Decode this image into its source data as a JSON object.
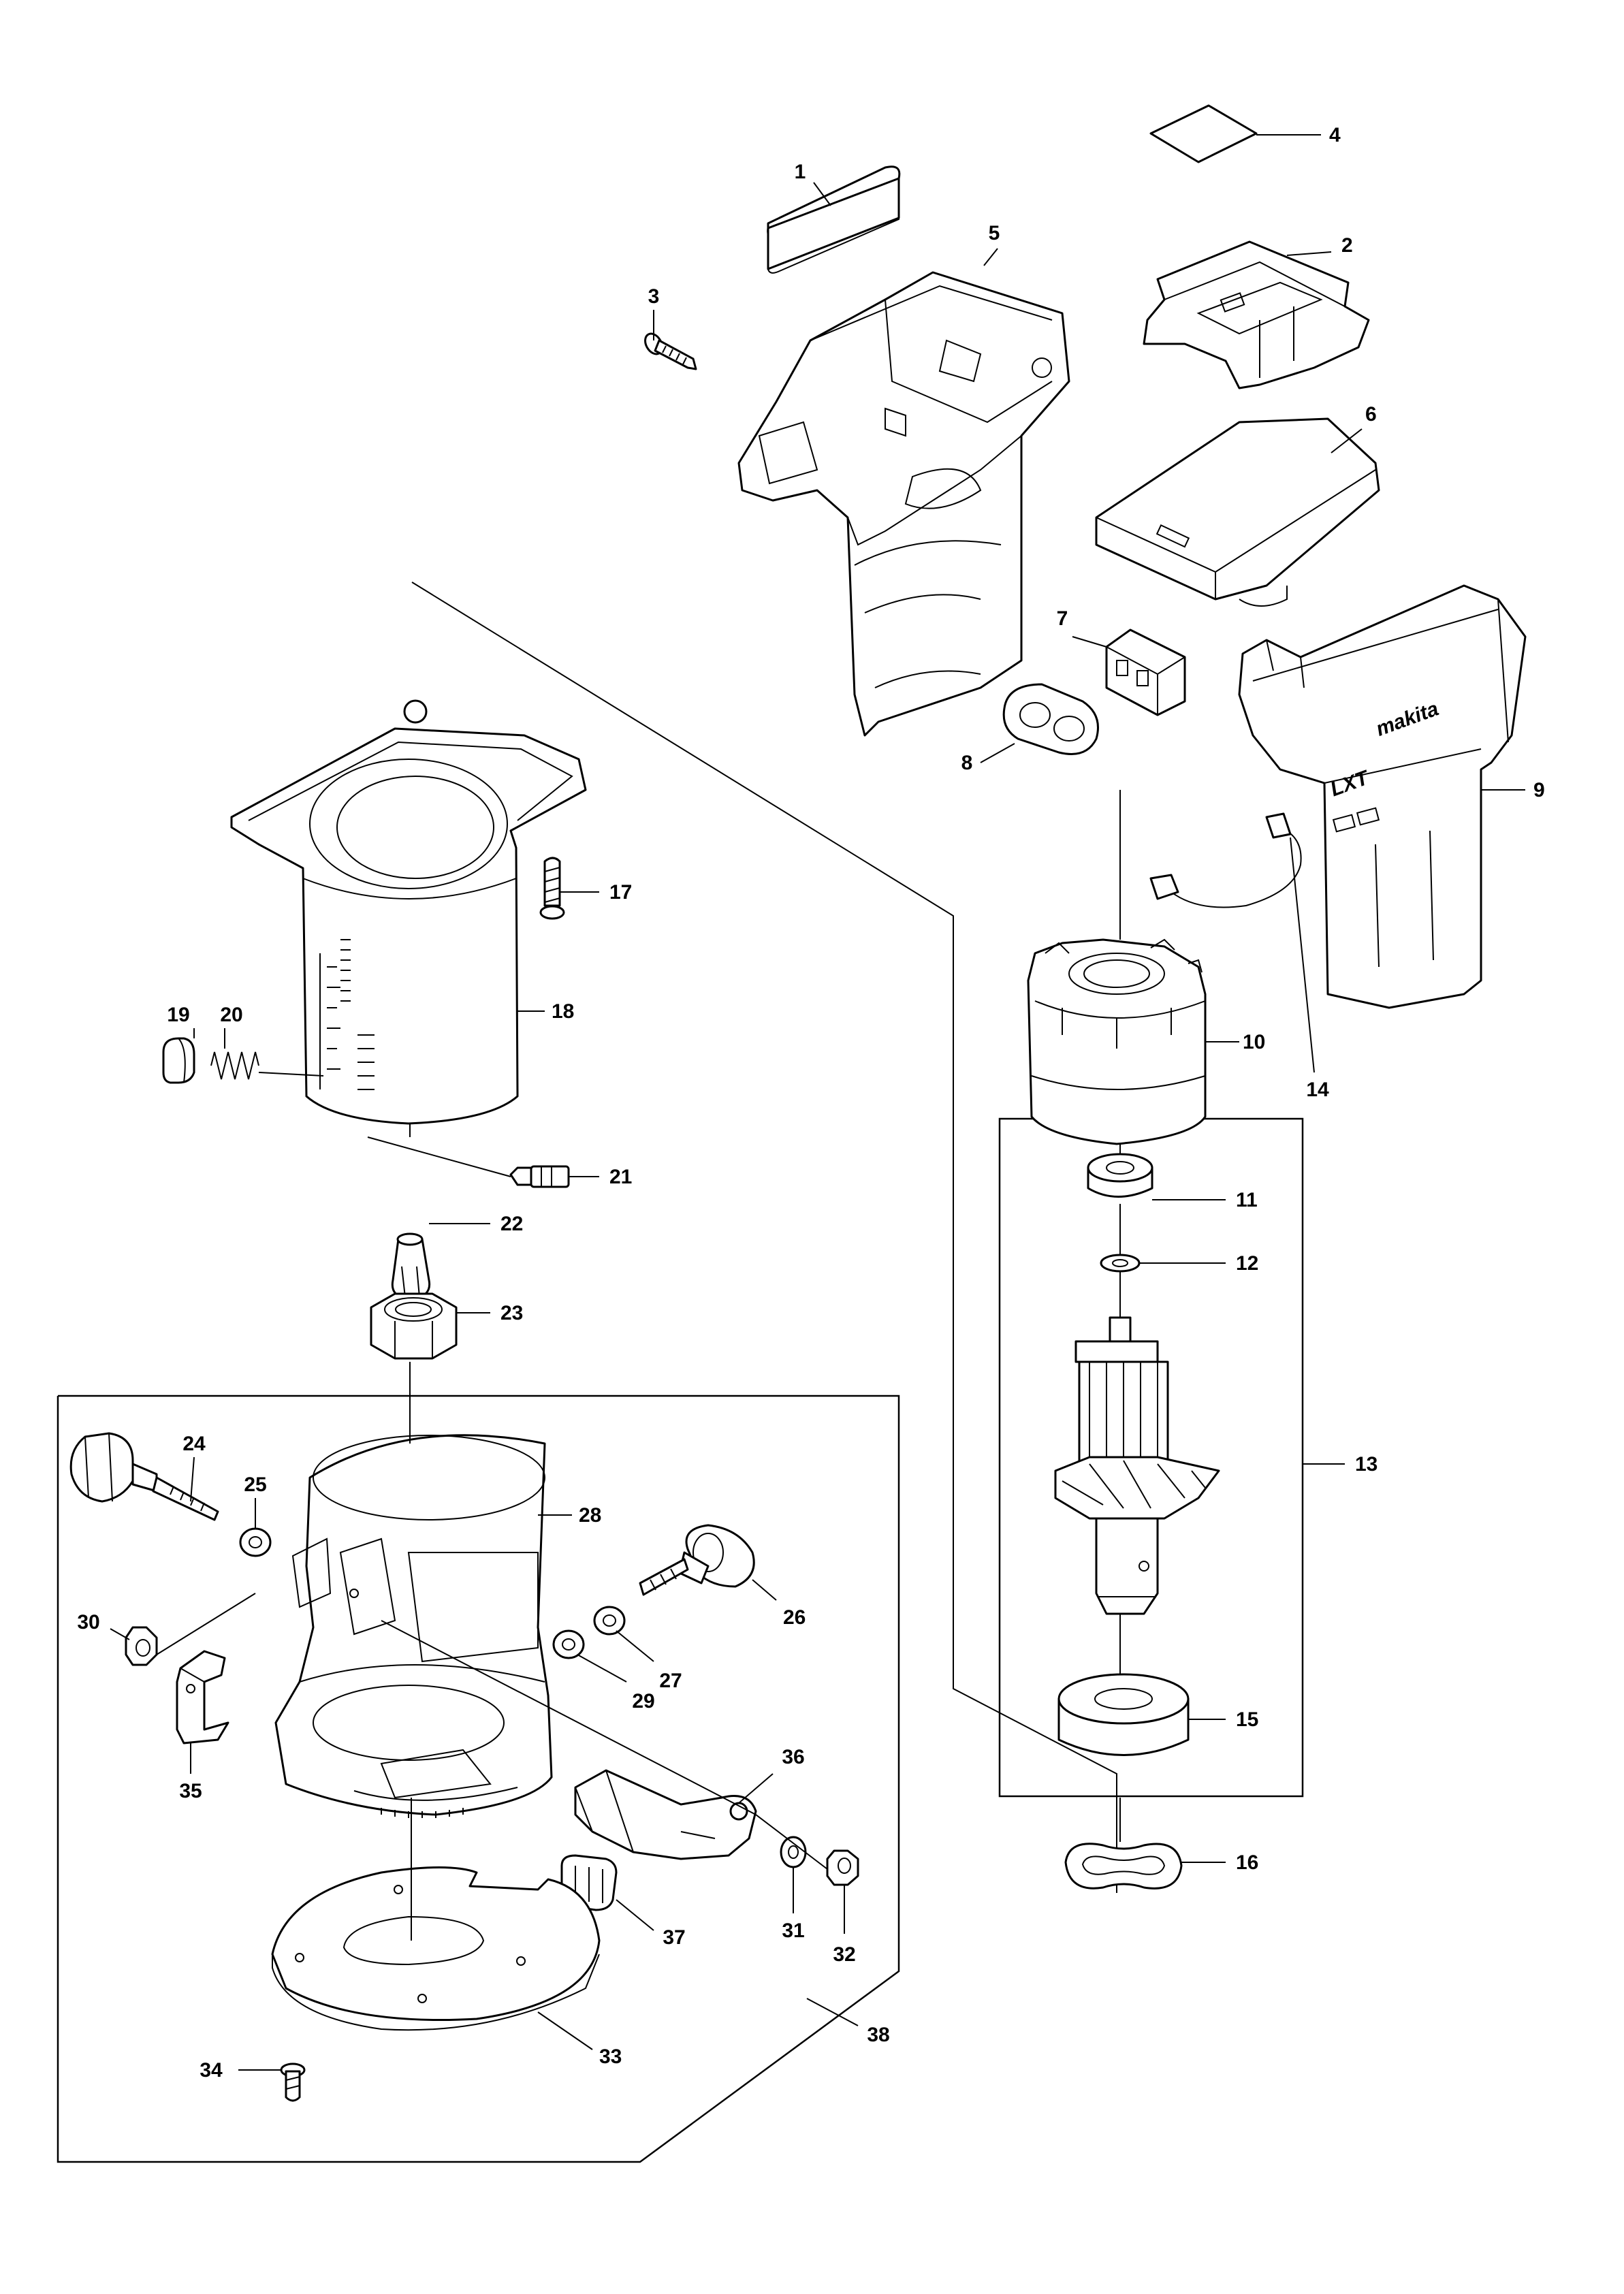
{
  "diagram": {
    "type": "exploded-parts-diagram",
    "callouts": {
      "c1": "1",
      "c2": "2",
      "c3": "3",
      "c4": "4",
      "c5": "5",
      "c6": "6",
      "c7": "7",
      "c8": "8",
      "c9": "9",
      "c10": "10",
      "c11": "11",
      "c12": "12",
      "c13": "13",
      "c14": "14",
      "c15": "15",
      "c16": "16",
      "c17": "17",
      "c18": "18",
      "c19": "19",
      "c20": "20",
      "c21": "21",
      "c22": "22",
      "c23": "23",
      "c24": "24",
      "c25": "25",
      "c26": "26",
      "c27": "27",
      "c28": "28",
      "c29": "29",
      "c30": "30",
      "c31": "31",
      "c32": "32",
      "c33": "33",
      "c34": "34",
      "c35": "35",
      "c36": "36",
      "c37": "37",
      "c38": "38"
    },
    "housing_logo_text": "makita",
    "housing_badge_text": "LXT"
  }
}
